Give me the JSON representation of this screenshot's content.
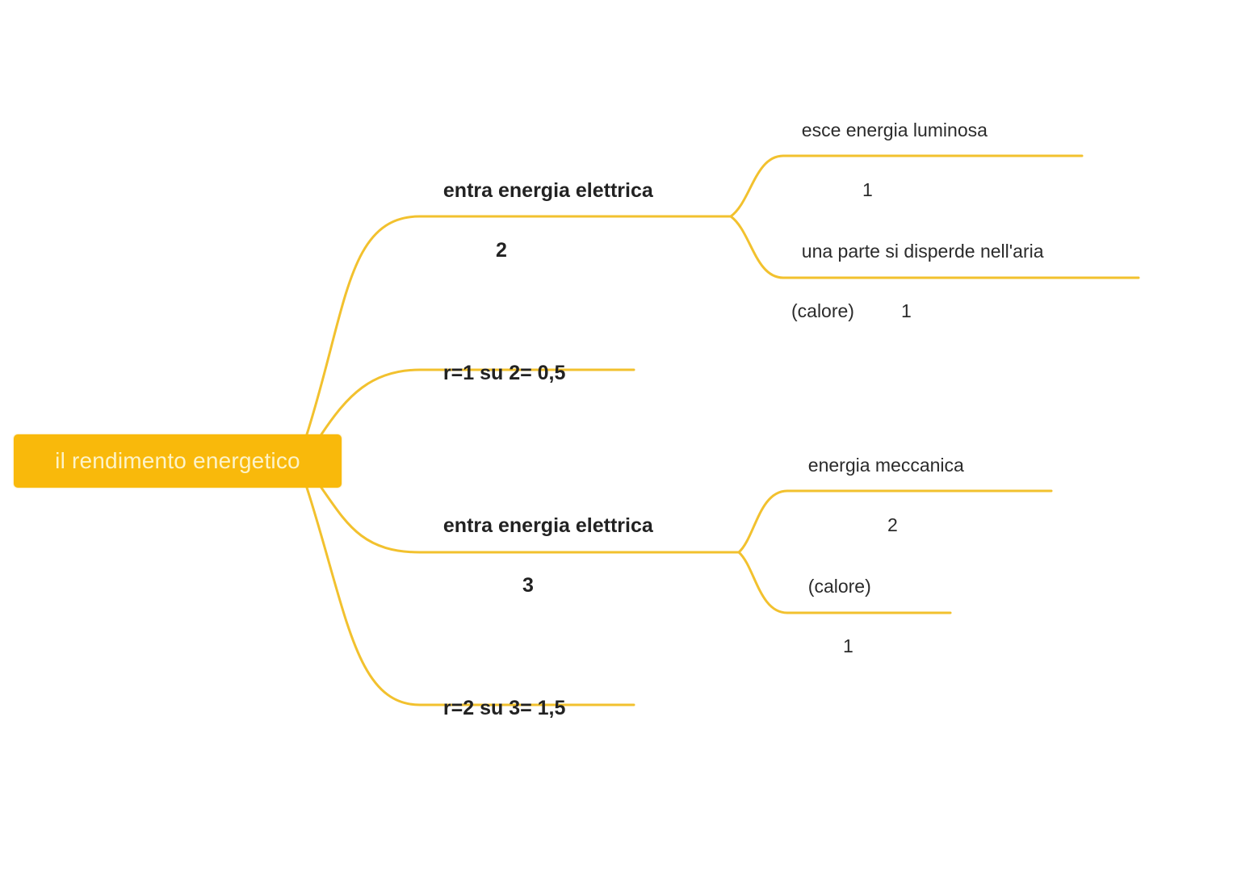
{
  "colors": {
    "root_fill": "#f9b90b",
    "root_text": "#fdf3c8",
    "branch_line": "#f2c12e",
    "text": "#222222",
    "background": "#ffffff"
  },
  "root": {
    "label": "il rendimento energetico"
  },
  "branches": [
    {
      "label": "entra energia elettrica",
      "value": "2",
      "children": [
        {
          "label": "esce energia luminosa",
          "value": "1"
        },
        {
          "label": "una parte si disperde nell'aria",
          "label2": "(calore)",
          "value": "1"
        }
      ]
    },
    {
      "label": "r=1 su 2= 0,5"
    },
    {
      "label": "entra energia elettrica",
      "value": "3",
      "children": [
        {
          "label": "energia meccanica",
          "value": "2"
        },
        {
          "label": "(calore)",
          "value": "1"
        }
      ]
    },
    {
      "label": "r=2 su 3= 1,5"
    }
  ]
}
